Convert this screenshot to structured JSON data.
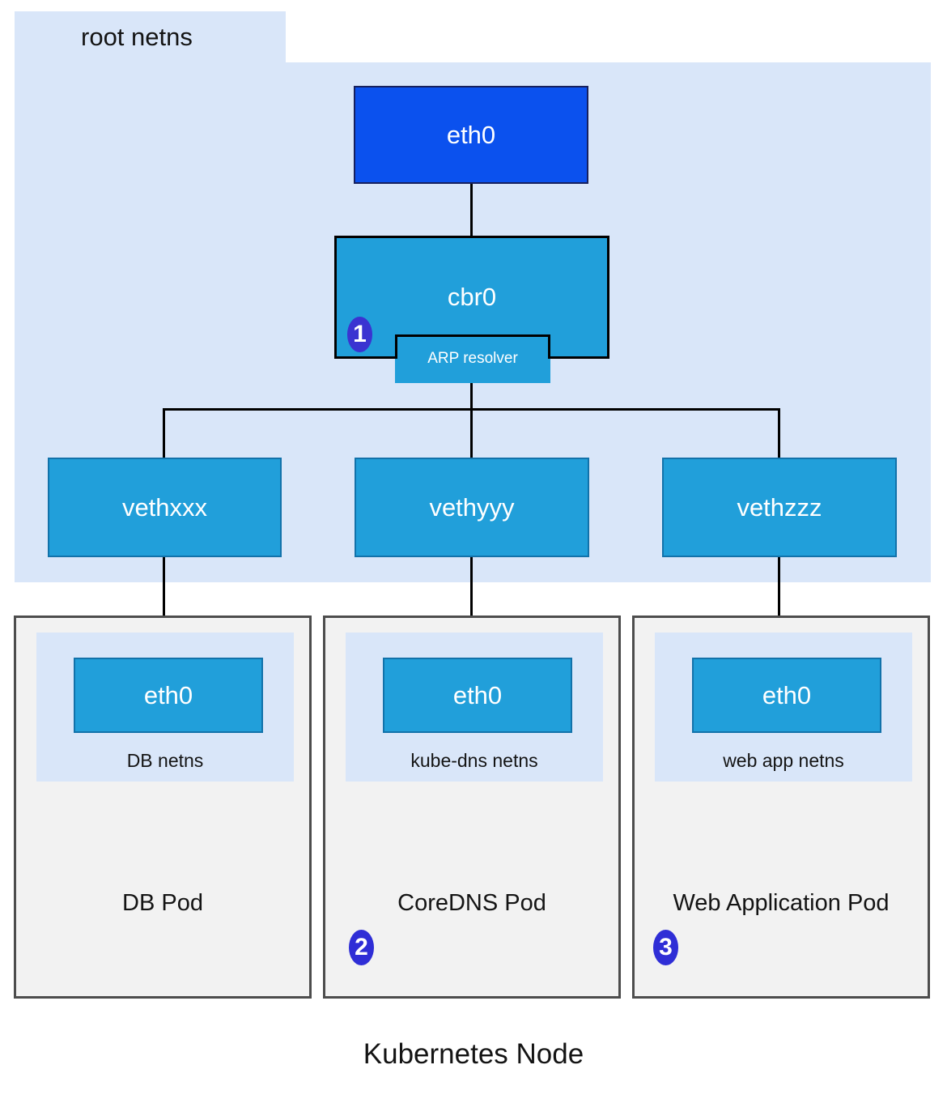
{
  "palette": {
    "root_netns_bg": "#d9e6f9",
    "bridge_blue": "#219fda",
    "bridge_border": "#1272aa",
    "eth0_blue": "#0b51ee",
    "badge_blue": "#2f2ed6",
    "pod_bg": "#f2f2f2",
    "pod_border": "#4d4d4d",
    "connector": "#000000"
  },
  "root_netns": {
    "label": "root netns",
    "eth0_label": "eth0",
    "bridge_label": "cbr0",
    "arp_label": "ARP resolver",
    "badge": "1",
    "veth": [
      "vethxxx",
      "vethyyy",
      "vethzzz"
    ]
  },
  "pods": [
    {
      "iface": "eth0",
      "netns": "DB netns",
      "name": "DB Pod"
    },
    {
      "iface": "eth0",
      "netns": "kube-dns netns",
      "name": "CoreDNS Pod",
      "badge": "2"
    },
    {
      "iface": "eth0",
      "netns": "web app netns",
      "name": "Web Application Pod",
      "badge": "3"
    }
  ],
  "title": "Kubernetes Node"
}
